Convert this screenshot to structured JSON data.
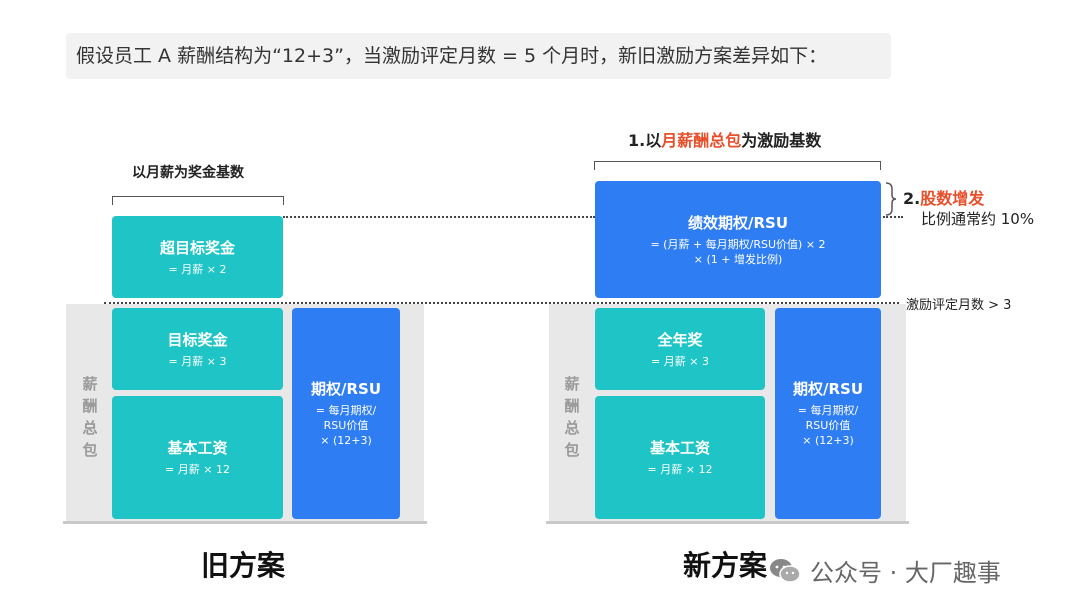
{
  "header": {
    "text": "假设员工 A 薪酬结构为“12+3”，当激励评定月数 = 5 个月时，新旧激励方案差异如下："
  },
  "old_plan": {
    "caption": "以月薪为奖金基数",
    "side_label": "薪酬总包",
    "boxes": {
      "super_bonus": {
        "title": "超目标奖金",
        "formula": "= 月薪 × 2"
      },
      "target_bonus": {
        "title": "目标奖金",
        "formula": "= 月薪 × 3"
      },
      "base_salary": {
        "title": "基本工资",
        "formula": "= 月薪 × 12"
      },
      "options": {
        "title": "期权/RSU",
        "formula": "= 每月期权/\nRSU价值\n× (12+3)"
      }
    },
    "label": "旧方案"
  },
  "new_plan": {
    "caption_prefix": "1.以",
    "caption_highlight": "月薪酬总包",
    "caption_suffix": "为激励基数",
    "side_label": "薪酬总包",
    "boxes": {
      "perf_options": {
        "title": "绩效期权/RSU",
        "formula": "= (月薪 + 每月期权/RSU价值) × 2\n× (1 + 增发比例)"
      },
      "annual_bonus": {
        "title": "全年奖",
        "formula": "= 月薪 × 3"
      },
      "base_salary": {
        "title": "基本工资",
        "formula": "= 月薪 × 12"
      },
      "options": {
        "title": "期权/RSU",
        "formula": "= 每月期权/\nRSU价值\n× (12+3)"
      }
    },
    "note2_prefix": "2.",
    "note2_highlight": "股数增发",
    "note2_line2": "比例通常约 10%",
    "threshold_note": "激励评定月数 > 3",
    "label": "新方案"
  },
  "watermark": {
    "text": "公众号 · 大厂趣事"
  },
  "colors": {
    "teal": "#1ec4c6",
    "blue": "#2f7df2",
    "highlight": "#e8502c"
  }
}
